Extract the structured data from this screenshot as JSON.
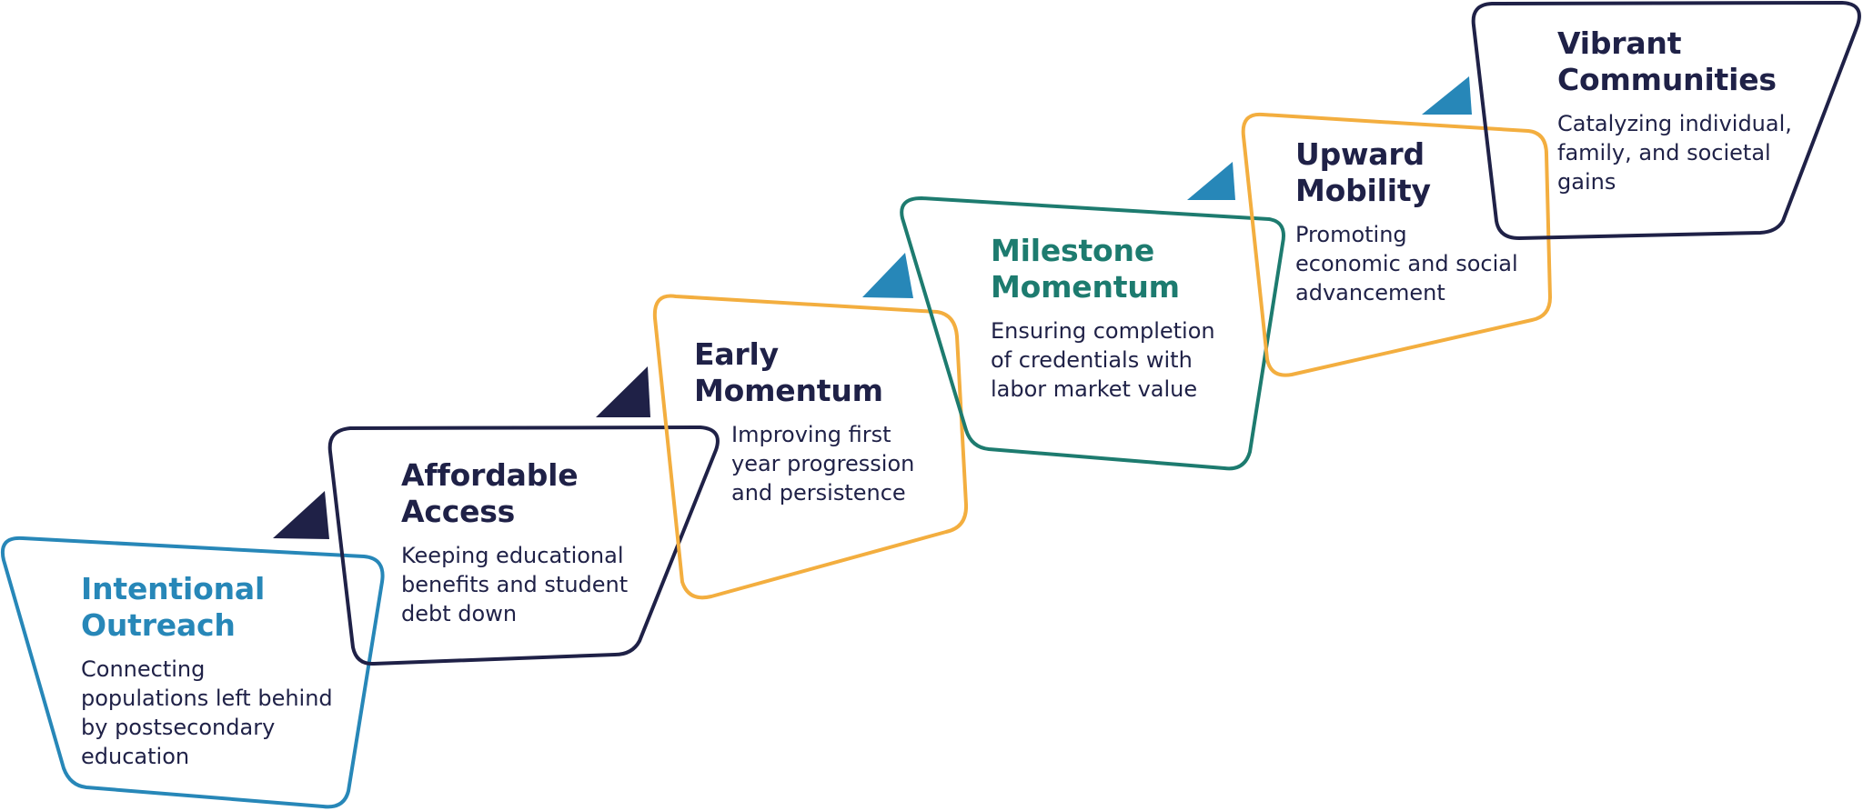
{
  "colors": {
    "navy": "#1f2147",
    "blue": "#2787b8",
    "gold": "#f3ae3f",
    "teal": "#1d7b6f"
  },
  "steps": [
    {
      "title_line1": "Intentional",
      "title_line2": "Outreach",
      "desc_line1": "Connecting",
      "desc_line2": "populations left behind",
      "desc_line3": "by postsecondary",
      "desc_line4": "education",
      "outline_color": "#2787b8",
      "title_color": "#2787b8"
    },
    {
      "title_line1": "Affordable",
      "title_line2": "Access",
      "desc_line1": "Keeping educational",
      "desc_line2": "benefits and student",
      "desc_line3": "debt down",
      "outline_color": "#1f2147",
      "title_color": "#1f2147"
    },
    {
      "title_line1": "Early",
      "title_line2": "Momentum",
      "desc_line1": "Improving first",
      "desc_line2": "year progression",
      "desc_line3": "and persistence",
      "outline_color": "#f3ae3f",
      "title_color": "#1f2147"
    },
    {
      "title_line1": "Milestone",
      "title_line2": "Momentum",
      "desc_line1": "Ensuring completion",
      "desc_line2": "of credentials with",
      "desc_line3": "labor market value",
      "outline_color": "#1d7b6f",
      "title_color": "#1d7b6f"
    },
    {
      "title_line1": "Upward",
      "title_line2": "Mobility",
      "desc_line1": "Promoting",
      "desc_line2": "economic and social",
      "desc_line3": "advancement",
      "outline_color": "#f3ae3f",
      "title_color": "#1f2147"
    },
    {
      "title_line1": "Vibrant",
      "title_line2": "Communities",
      "desc_line1": "Catalyzing individual,",
      "desc_line2": "family, and societal",
      "desc_line3": "gains",
      "outline_color": "#1f2147",
      "title_color": "#1f2147"
    }
  ],
  "arrows": [
    {
      "color": "#1f2147"
    },
    {
      "color": "#1f2147"
    },
    {
      "color": "#2787b8"
    },
    {
      "color": "#2787b8"
    },
    {
      "color": "#2787b8"
    }
  ]
}
